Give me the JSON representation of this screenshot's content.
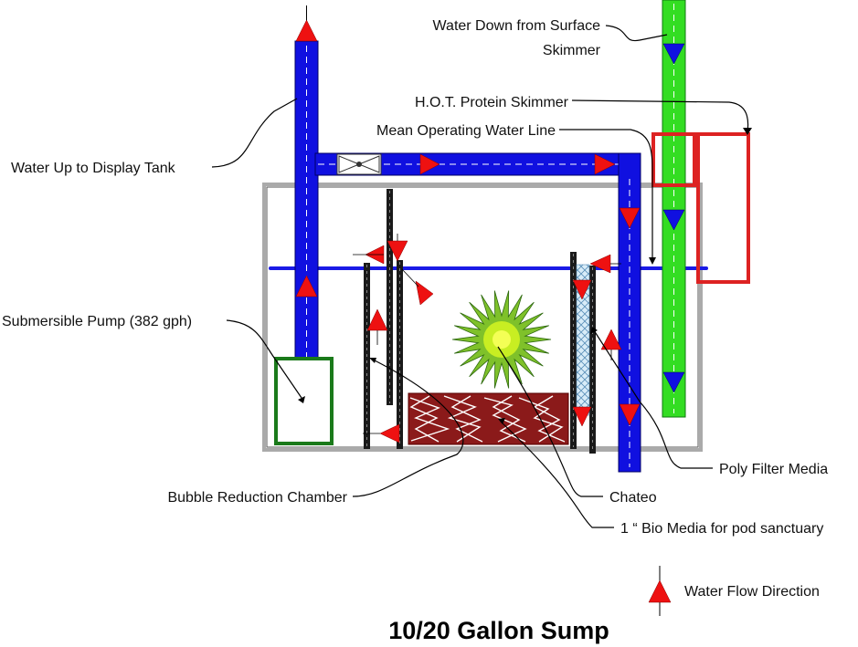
{
  "title": "10/20 Gallon Sump",
  "labels": {
    "water_down_line1": "Water Down from Surface",
    "water_down_line2": "Skimmer",
    "protein_skimmer": "H.O.T. Protein Skimmer",
    "mean_water_line": "Mean Operating Water Line",
    "water_up": "Water Up to Display Tank",
    "pump": "Submersible Pump (382 gph)",
    "bubble_chamber": "Bubble Reduction Chamber",
    "chateo": "Chateo",
    "poly_filter": "Poly Filter Media",
    "bio_media": "1 “ Bio Media for pod sanctuary"
  },
  "legend": {
    "flow_direction": "Water Flow Direction"
  },
  "colors": {
    "return_pipe": "#1010e0",
    "skimmer_pipe": "#33dd22",
    "flow_arrow": "#ee1111",
    "skimmer_box": "#dd2222",
    "pump": "#1a7a1a",
    "bio_media": "#8b1a1a",
    "poly_filter": "#cfe8f6",
    "chateo": "#7fc12a",
    "water_line": "#1a1ae6",
    "tank_border": "#aaaaaa"
  }
}
